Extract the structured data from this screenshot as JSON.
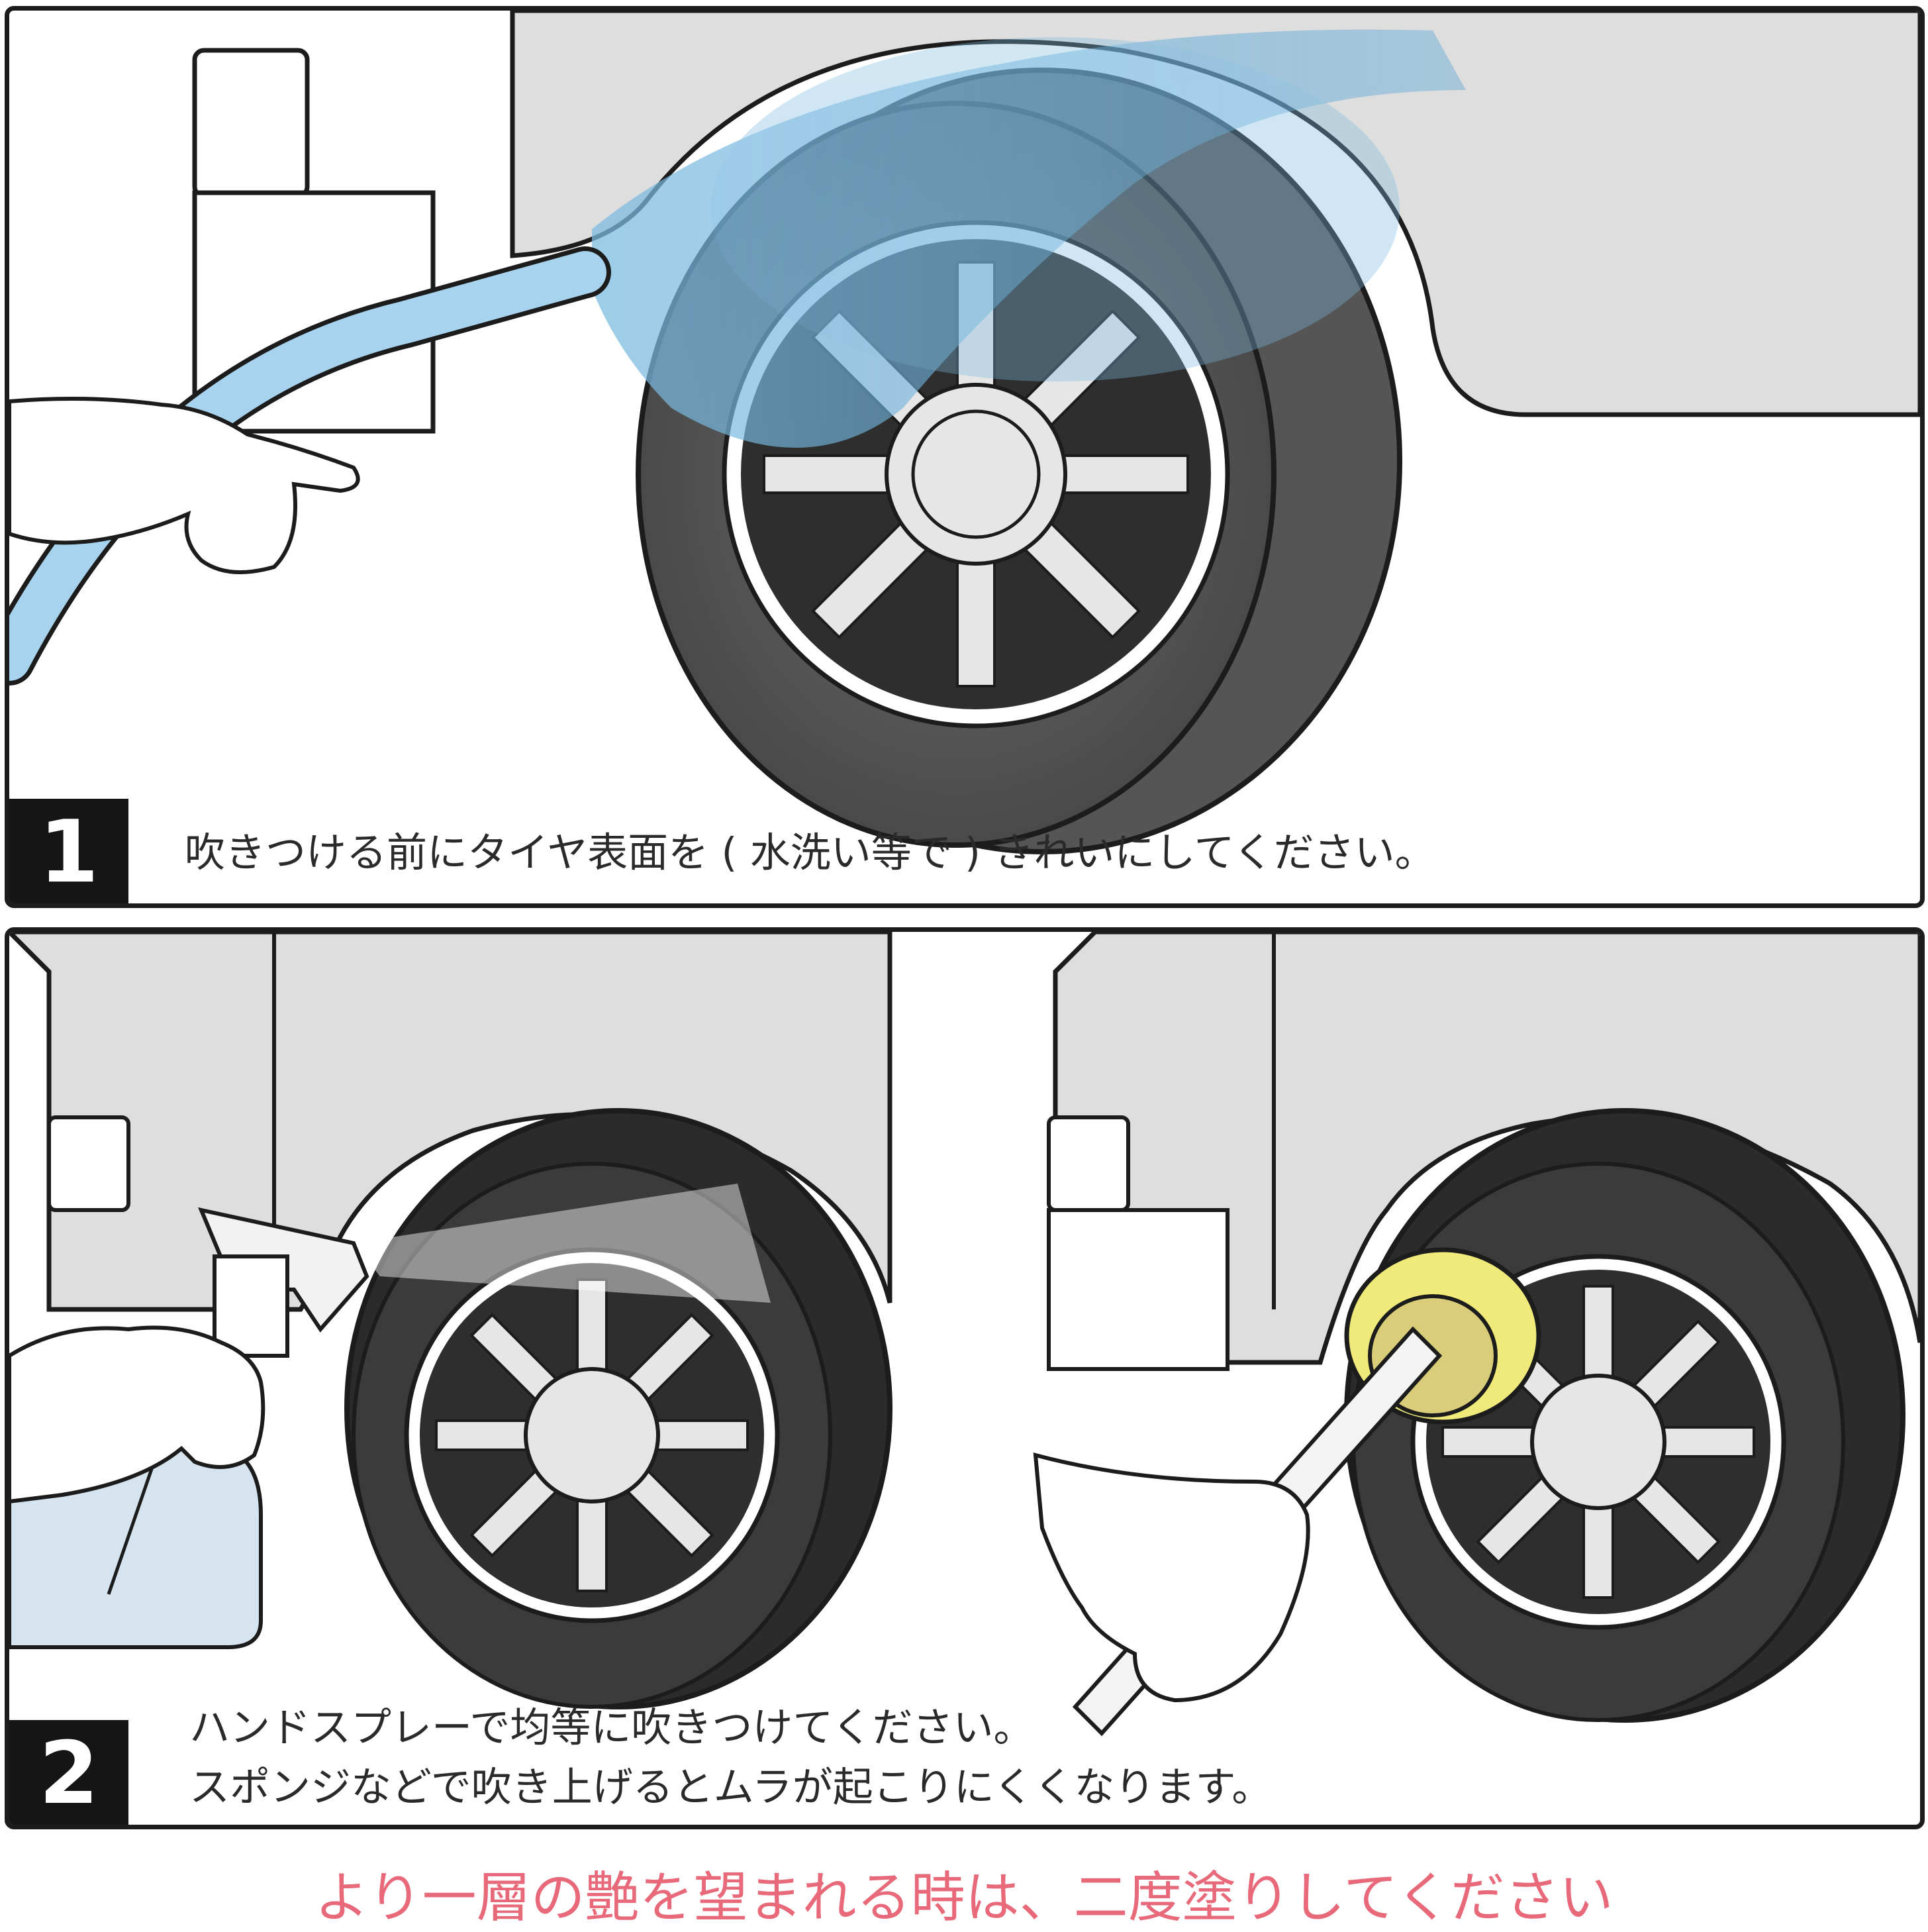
{
  "colors": {
    "outline": "#1c1c1c",
    "car_body": "#dedede",
    "tire": "#2b2b2b",
    "hub_spoke": "#e6e6e6",
    "water": "#7cbbe0",
    "hose": "#a8d3ee",
    "sponge": "#f0ea7a",
    "accent_text": "#e86a7a"
  },
  "step1": {
    "number": "1",
    "caption": "吹きつける前にタイヤ表面を ( 水洗い等で ) きれいにしてください。"
  },
  "step2": {
    "number": "2",
    "caption_line1": "ハンドスプレーで均等に吹きつけてください。",
    "caption_line2": "スポンジなどで吹き上げるとムラが起こりにくくなります。"
  },
  "footer_note": "より一層の艶を望まれる時は、二度塗りしてください",
  "icons": [
    "hose-icon",
    "hand-icon",
    "tire-icon",
    "spray-bottle-icon",
    "sponge-applicator-icon",
    "water-jet-icon",
    "mist-icon"
  ]
}
